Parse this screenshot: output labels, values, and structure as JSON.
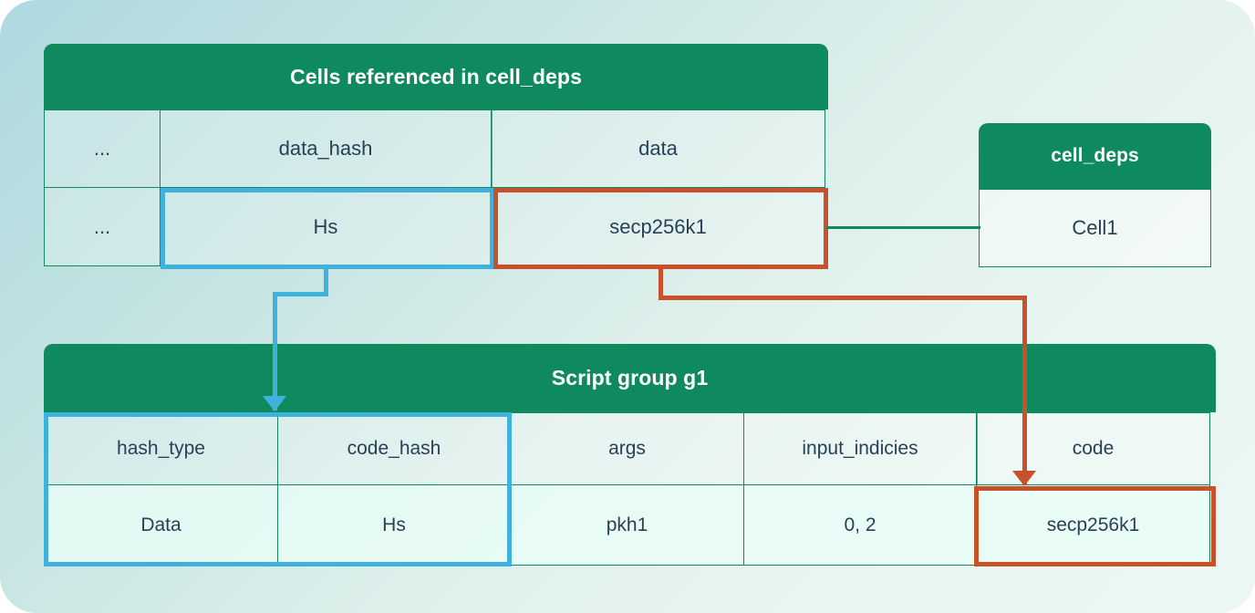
{
  "diagram": {
    "title": "CKB script group / cell_deps resolution diagram",
    "colors": {
      "header_green": "#0f8a5f",
      "highlight_blue": "#3fb1dd",
      "highlight_red": "#c9512a",
      "text_dark": "#274156",
      "bg_start": "#aed9e0",
      "bg_end": "#eaf7f2"
    }
  },
  "cells_table": {
    "header": "Cells referenced in cell_deps",
    "columns": [
      "...",
      "data_hash",
      "data"
    ],
    "rows": [
      {
        "c0": "...",
        "c1": "Hs",
        "c2": "secp256k1"
      }
    ]
  },
  "cell_deps_table": {
    "header": "cell_deps",
    "rows": [
      "Cell1"
    ]
  },
  "script_group_table": {
    "header": "Script group g1",
    "columns": [
      "hash_type",
      "code_hash",
      "args",
      "input_indicies",
      "code"
    ],
    "rows": [
      {
        "hash_type": "Data",
        "code_hash": "Hs",
        "args": "pkh1",
        "input_indicies": "0, 2",
        "code": "secp256k1"
      }
    ]
  },
  "connectors": [
    {
      "name": "data-hash-to-code-hash",
      "color": "#3fb1dd",
      "from": "Hs (data_hash)",
      "to": "code_hash column"
    },
    {
      "name": "data-to-code",
      "color": "#c9512a",
      "from": "secp256k1 (data)",
      "to": "code value cell"
    },
    {
      "name": "data-to-cell-deps",
      "color": "#0f8a5f",
      "from": "data row",
      "to": "Cell1"
    }
  ]
}
